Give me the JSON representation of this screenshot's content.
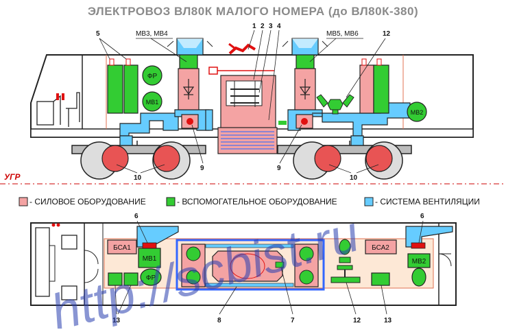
{
  "title": "ЭЛЕКТРОВОЗ  ВЛ80К  МАЛОГО  НОМЕРА  (до ВЛ80К-380)",
  "colors": {
    "power": "#f4a3a3",
    "aux": "#33cc33",
    "vent": "#66ccff",
    "body_fill": "#fde8d6",
    "outline": "#222222",
    "bogie": "#bbbbbb",
    "wheel_red": "#e85454"
  },
  "side_view": {
    "callouts": {
      "label_5": "5",
      "label_mv34": "МВ3, МВ4",
      "label_1": "1",
      "label_2": "2",
      "label_3": "3",
      "label_4": "4",
      "label_mv56": "МВ5, МВ6",
      "label_12": "12",
      "label_9_left": "9",
      "label_9_right": "9",
      "label_10_left": "10",
      "label_10_right": "10"
    },
    "fr_label": "ФР",
    "mv1_label": "МВ1",
    "mv2_label": "МВ2"
  },
  "ugr_label": "УГР",
  "legend": [
    {
      "key": "power",
      "text": "- СИЛОВОЕ ОБОРУДОВАНИЕ"
    },
    {
      "key": "aux",
      "text": "- ВСПОМОГАТЕЛЬНОЕ ОБОРУДОВАНИЕ"
    },
    {
      "key": "vent",
      "text": "- СИСТЕМА ВЕНТИЛЯЦИИ"
    }
  ],
  "plan_view": {
    "bsa1": "БСА1",
    "bsa2": "БСА2",
    "mv1": "МВ1",
    "mv2": "МВ2",
    "fr": "ФР",
    "callouts": {
      "label_6_left": "6",
      "label_6_right": "6",
      "label_13_left": "13",
      "label_13_right": "13",
      "label_8": "8",
      "label_7": "7",
      "label_12": "12"
    }
  },
  "watermark": "http://scbist.ru"
}
